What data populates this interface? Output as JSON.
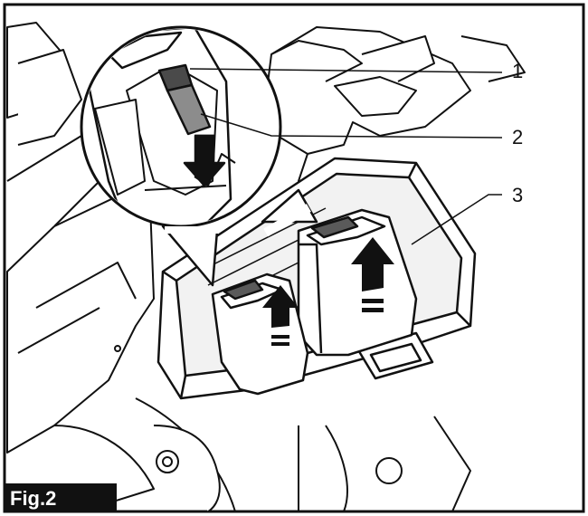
{
  "figure": {
    "label": "Fig.2",
    "callouts": [
      "1",
      "2",
      "3"
    ]
  },
  "colors": {
    "ink": "#111111",
    "paper": "#ffffff",
    "shade": "#9a9a9a",
    "light_shade": "#d9d9d9"
  }
}
